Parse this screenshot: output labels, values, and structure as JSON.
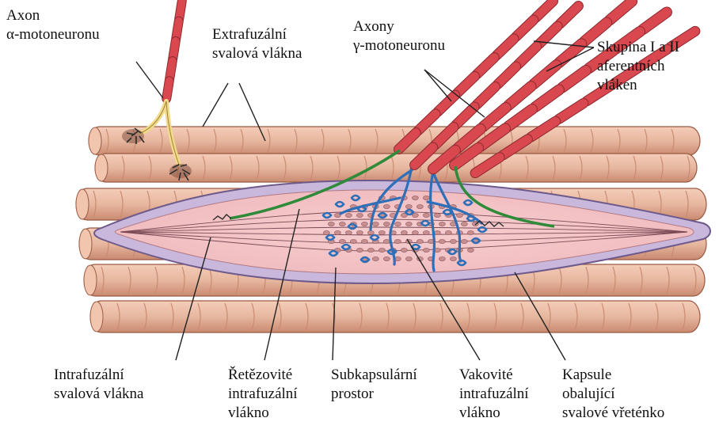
{
  "labels": {
    "axon_alpha": {
      "line1": "Axon",
      "line2": "α-motoneuronu"
    },
    "extrafusal": {
      "line1": "Extrafuzální",
      "line2": "svalová vlákna"
    },
    "axons_gamma": {
      "line1": "Axony",
      "line2": "γ-motoneuronu"
    },
    "afferent": {
      "line1": "Skupina I a II",
      "line2": "aferentních",
      "line3": "vláken"
    },
    "intrafusal": {
      "line1": "Intrafuzální",
      "line2": "svalová vlákna"
    },
    "chain": {
      "line1": "Řetězovité",
      "line2": "intrafuzální",
      "line3": "vlákno"
    },
    "subcapsular": {
      "line1": "Subkapsulární",
      "line2": "prostor"
    },
    "bag": {
      "line1": "Vakovité",
      "line2": "intrafuzální",
      "line3": "vlákno"
    },
    "capsule": {
      "line1": "Kapsule",
      "line2": "obalující",
      "line3": "svalové vřeténko"
    }
  },
  "colors": {
    "muscle_fill": "#e7b79f",
    "muscle_stroke": "#9a5a43",
    "muscle_band": "#c98a70",
    "capsule_outer": "#c9b8dc",
    "capsule_inner": "#f2c2c2",
    "nerve_red": "#d9474f",
    "nerve_red_dark": "#8e2a30",
    "nerve_yellow": "#f3d98a",
    "nerve_green": "#2f8a3a",
    "nerve_blue": "#2e6fb8",
    "leader_line": "#222222"
  }
}
